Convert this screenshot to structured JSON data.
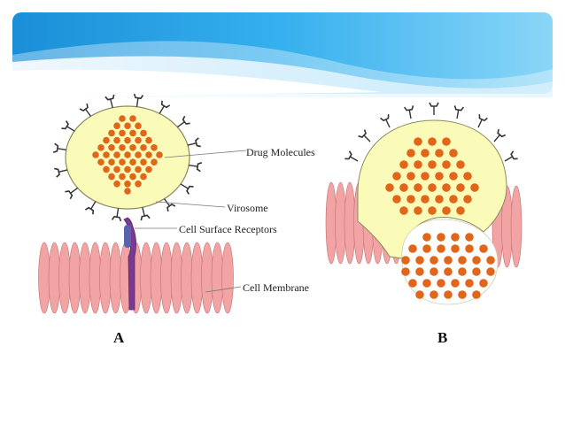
{
  "labels": {
    "drug_molecules": "Drug Molecules",
    "virosome": "Virosome",
    "cell_surface_receptors": "Cell Surface Receptors",
    "cell_membrane": "Cell Membrane",
    "panel_a": "A",
    "panel_b": "B"
  },
  "colors": {
    "banner_dark": "#1ea1e6",
    "banner_light": "#7fd0f5",
    "virosome_fill": "#fbfbb9",
    "virosome_stroke": "#8a8a60",
    "drug": "#e0661c",
    "membrane": "#f2a3a3",
    "membrane_stroke": "#c07070",
    "receptor_purple": "#7a3a8f",
    "receptor_blue": "#5a62b0"
  },
  "icons": {
    "glycoprotein_spike": "spike-icon"
  }
}
